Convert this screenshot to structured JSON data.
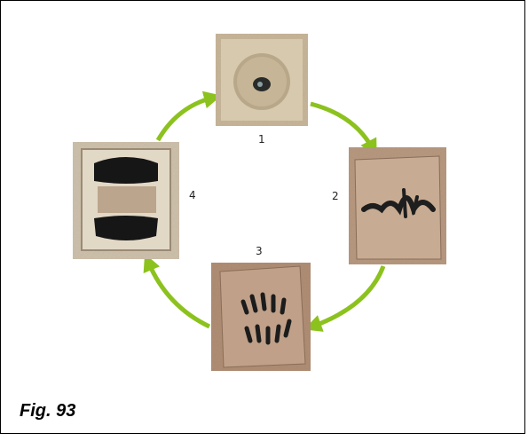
{
  "figure": {
    "caption": "Fig. 93",
    "arrow_color": "#8cc21e",
    "stages": [
      {
        "number": "1",
        "image": "cell-nucleus-stage-image"
      },
      {
        "number": "2",
        "image": "cell-chromosomes-equator-image"
      },
      {
        "number": "3",
        "image": "cell-chromosomes-separating-image"
      },
      {
        "number": "4",
        "image": "cell-two-groups-image"
      }
    ]
  }
}
